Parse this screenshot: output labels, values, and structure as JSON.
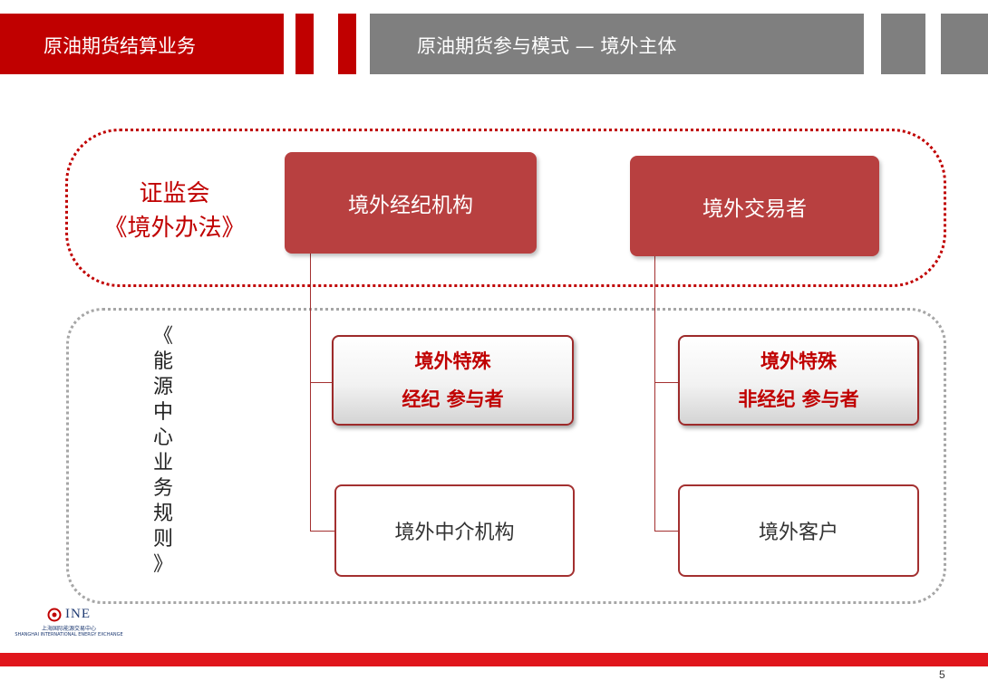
{
  "header": {
    "left_title": "原油期货结算业务",
    "right_title": "原油期货参与模式 — 境外主体",
    "accent_red": "#c00000",
    "gray": "#7f7f7f"
  },
  "regulator": {
    "line1": "证监会",
    "line2": "《境外办法》"
  },
  "rules_vertical": [
    "《",
    "能",
    "源",
    "中",
    "心",
    "业",
    "务",
    "规",
    "则",
    "》"
  ],
  "boxes": {
    "broker": "境外经纪机构",
    "trader": "境外交易者",
    "special_broker_line1": "境外特殊",
    "special_broker_line2": "经纪 参与者",
    "special_nonbroker_line1": "境外特殊",
    "special_nonbroker_line2": "非经纪 参与者",
    "intermediary": "境外中介机构",
    "client": "境外客户"
  },
  "logo": {
    "name": "INE",
    "cn": "上海国际能源交易中心",
    "en": "SHANGHAI INTERNATIONAL ENERGY EXCHANGE"
  },
  "page_number": "5"
}
